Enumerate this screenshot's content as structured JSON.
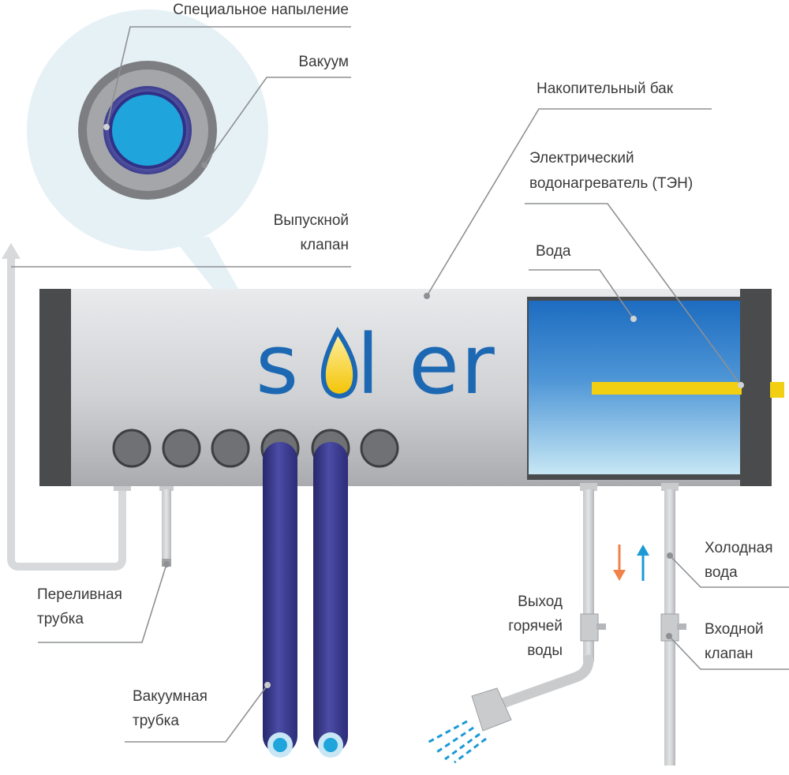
{
  "brand": {
    "left": "s",
    "right": "l er"
  },
  "labels": {
    "special_coating": "Специальное напыление",
    "vacuum": "Вакуум",
    "storage_tank": "Накопительный бак",
    "heater_line1": "Электрический",
    "heater_line2": "водонагреватель (ТЭН)",
    "release_valve_line1": "Выпускной",
    "release_valve_line2": "клапан",
    "water": "Вода",
    "overflow_line1": "Переливная",
    "overflow_line2": "трубка",
    "cold_water_line1": "Холодная",
    "cold_water_line2": "вода",
    "hot_out_line1": "Выход",
    "hot_out_line2": "горячей",
    "hot_out_line3": "воды",
    "inlet_valve_line1": "Входной",
    "inlet_valve_line2": "клапан",
    "vacuum_tube_line1": "Вакуумная",
    "vacuum_tube_line2": "трубка"
  },
  "colors": {
    "tube": "#3b3c8e",
    "water_top": "#1d6cc0",
    "water_bottom": "#b9e0f2",
    "heater": "#f2cf12",
    "caps": "#4a4b4d",
    "hot_arrow": "#f0824a",
    "cold_arrow": "#1b9ad6",
    "brand": "#1c68b3"
  },
  "icons": {
    "shower": "shower-head-icon",
    "flow_hot": "arrow-down-icon",
    "flow_cold": "arrow-up-icon",
    "flame": "flame-drop-icon"
  }
}
